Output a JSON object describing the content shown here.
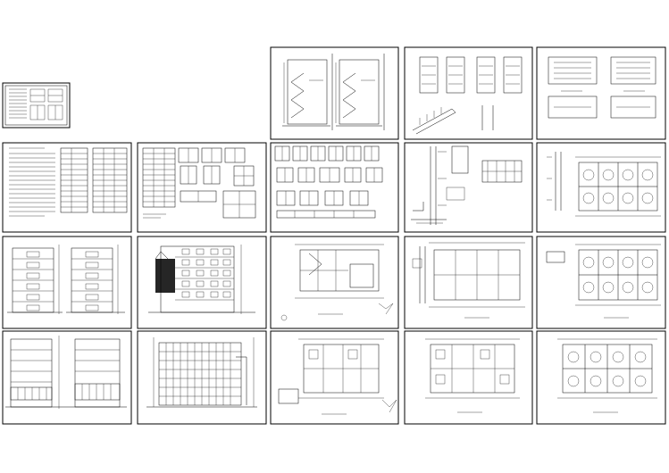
{
  "sheet_set": {
    "description_visible_text": "",
    "sheets": [
      {
        "id": "title-block",
        "kind": "title-block"
      },
      {
        "id": "stair-section-a",
        "kind": "stair-section"
      },
      {
        "id": "stair-details",
        "kind": "stair-detail"
      },
      {
        "id": "stair-plans",
        "kind": "stair-plan"
      },
      {
        "id": "design-notes",
        "kind": "notes-table"
      },
      {
        "id": "door-window-schedule",
        "kind": "schedule"
      },
      {
        "id": "window-elevations",
        "kind": "window-detail"
      },
      {
        "id": "wall-section-details",
        "kind": "wall-detail"
      },
      {
        "id": "unit-plan-detail",
        "kind": "floor-plan"
      },
      {
        "id": "side-elevation-1",
        "kind": "elevation"
      },
      {
        "id": "gable-elevation",
        "kind": "elevation"
      },
      {
        "id": "roof-plan",
        "kind": "floor-plan"
      },
      {
        "id": "foundation-plan",
        "kind": "floor-plan"
      },
      {
        "id": "typical-floor-plan",
        "kind": "floor-plan"
      },
      {
        "id": "side-elevation-2",
        "kind": "elevation"
      },
      {
        "id": "front-elevation",
        "kind": "elevation"
      },
      {
        "id": "ground-floor-plan",
        "kind": "floor-plan"
      },
      {
        "id": "second-floor-plan",
        "kind": "floor-plan"
      },
      {
        "id": "third-floor-plan",
        "kind": "floor-plan"
      }
    ]
  },
  "colors": {
    "line": "#000000",
    "background": "#ffffff"
  }
}
